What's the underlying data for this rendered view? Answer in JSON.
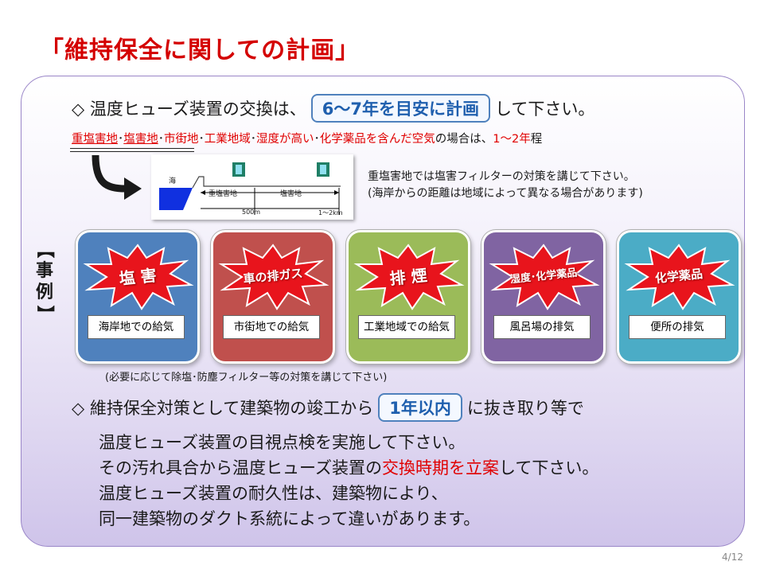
{
  "title": "「維持保全に関しての計画」",
  "line1": {
    "prefix": "◇ 温度ヒューズ装置の交換は、",
    "boxed": "6〜7年を目安に計画",
    "suffix": "して下さい。"
  },
  "conditions": {
    "items": [
      "重塩害地",
      "塩害地",
      "市街地",
      "工業地域",
      "湿度が高い",
      "化学薬品を含んだ空気"
    ],
    "sep": "･",
    "suffix_pre": "の場合は、",
    "suffix_red": "1〜2年",
    "suffix_post": "程"
  },
  "diagram": {
    "sea": "海",
    "heavy": "重塩害地",
    "salt": "塩害地",
    "d1": "500m",
    "d2": "1〜2km"
  },
  "note1": [
    "重塩害地では塩害フィルターの対策を講じて下さい。",
    "(海岸からの距離は地域によって異なる場合があります)"
  ],
  "case_label": [
    "【",
    "事",
    "例",
    "】"
  ],
  "cards": [
    {
      "burst": "塩 害",
      "label": "海岸地での給気",
      "color": "#4f81bd"
    },
    {
      "burst": "車の排ガス",
      "label": "市街地での給気",
      "color": "#c0504d"
    },
    {
      "burst": "排 煙",
      "label": "工業地域での給気",
      "color": "#9bbb59"
    },
    {
      "burst": "湿度･化学薬品",
      "label": "風呂場の排気",
      "color": "#8064a2"
    },
    {
      "burst": "化学薬品",
      "label": "便所の排気",
      "color": "#4bacc6"
    }
  ],
  "note2": "(必要に応じて除塩･防塵フィルター等の対策を講じて下さい)",
  "line2": {
    "prefix": "◇ 維持保全対策として建築物の竣工から",
    "boxed": "1年以内",
    "suffix": "に抜き取り等で"
  },
  "para": {
    "l1": "温度ヒューズ装置の目視点検を実施して下さい。",
    "l2_pre": "その汚れ具合から温度ヒューズ装置の",
    "l2_red": "交換時期を立案",
    "l2_post": "して下さい。",
    "l3": "温度ヒューズ装置の耐久性は、建築物により、",
    "l4": "同一建築物のダクト系統によって違いがあります。"
  },
  "page": "4/12"
}
